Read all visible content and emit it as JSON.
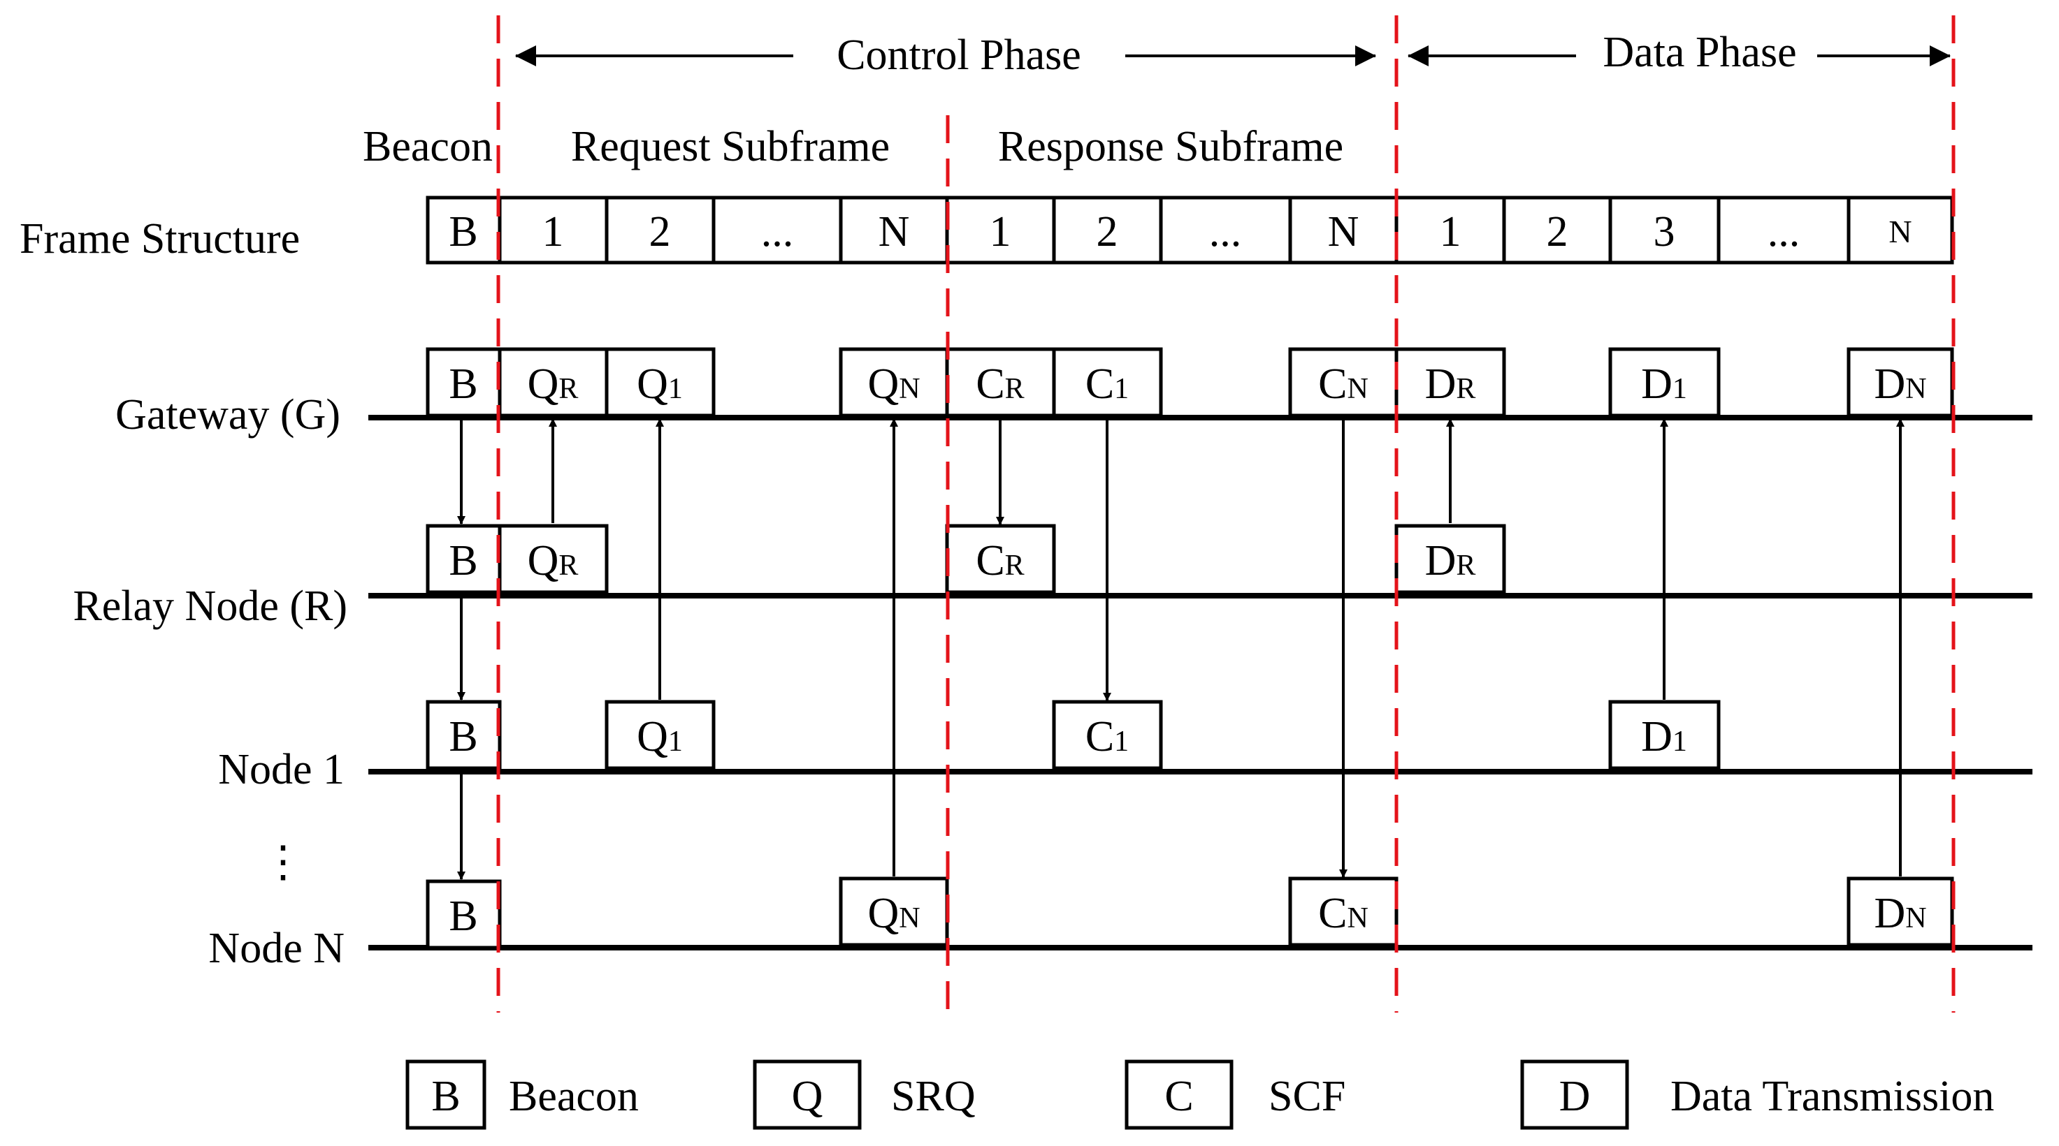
{
  "phases": {
    "control": "Control Phase",
    "data": "Data Phase"
  },
  "subframes": {
    "beacon": "Beacon",
    "request": "Request Subframe",
    "response": "Response Subframe"
  },
  "rows": {
    "frame": "Frame Structure",
    "gateway": "Gateway (G)",
    "relay": "Relay Node (R)",
    "node1": "Node 1",
    "nodeN": "Node N",
    "ellipsis": "⋮"
  },
  "frame_cells": {
    "beacon": "B",
    "request": [
      "1",
      "2",
      "...",
      "N"
    ],
    "response": [
      "1",
      "2",
      "...",
      "N"
    ],
    "data": [
      "1",
      "2",
      "3",
      "...",
      "N"
    ]
  },
  "messages": {
    "b": "B",
    "q": "Q",
    "c": "C",
    "d": "D",
    "sub_r": "R",
    "sub_1": "1",
    "sub_n": "N"
  },
  "legend": [
    {
      "symbol": "B",
      "text": "Beacon"
    },
    {
      "symbol": "Q",
      "text": "SRQ"
    },
    {
      "symbol": "C",
      "text": "SCF"
    },
    {
      "symbol": "D",
      "text": "Data Transmission"
    }
  ],
  "colors": {
    "boundary": "#e4131a",
    "ink": "#000000"
  }
}
